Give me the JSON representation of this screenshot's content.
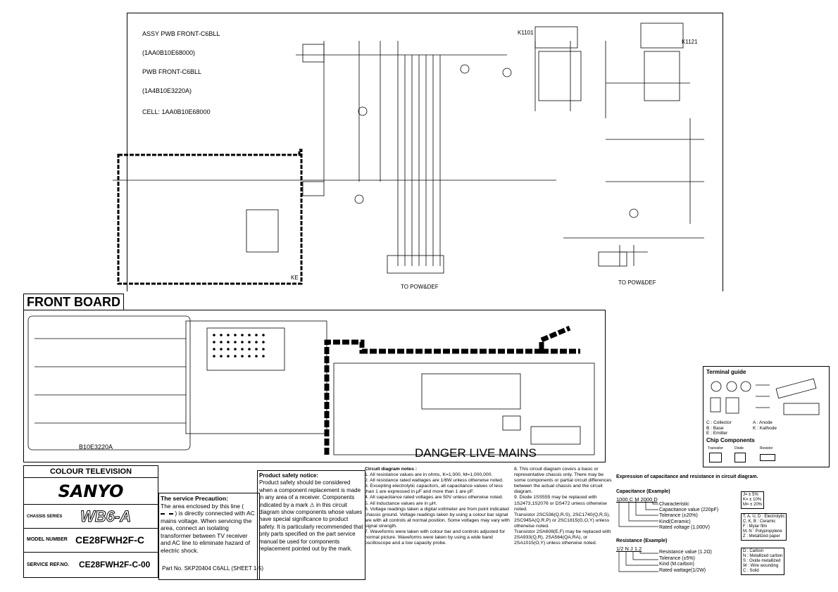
{
  "schematic": {
    "assy_lines": [
      "ASSY PWB FRONT-C6BLL",
      "(1AA0B10E68000)",
      "PWB FRONT-C6BLL",
      "(1A4B10E3220A)",
      "CELL: 1AA0B10E68000"
    ],
    "k1101": "K1101",
    "k1121": "K1121",
    "to_pow_def_left": "TO POW&DEF",
    "to_pow_def_right": "TO POW&DEF",
    "ke": "KE"
  },
  "front_board": {
    "title": "FRONT BOARD",
    "pcb_label": "B10E3220A",
    "danger": "DANGER LIVE MAINS"
  },
  "info": {
    "product": "COLOUR TELEVISION",
    "brand": "SANYO",
    "chassis_label": "CHASSIS SERIES",
    "chassis_value": "WB6-A",
    "model_label": "MODEL NUMBER",
    "model_value": "CE28FWH2F-C",
    "service_label": "SERVICE REF.NO.",
    "service_value": "CE28FWH2F-C-00"
  },
  "service_precaution": {
    "title": "The service Precaution:",
    "text_a": "The area enclosed by this line (",
    "text_b": ") is directly connected with AC mains voltage. When servicing the area, connect an isolating transformer between TV receiver and AC line to eliminate hazard of electric shock."
  },
  "product_safety": {
    "title": "Product safety notice:",
    "text_a": "Product safety should be considered when a component replacement is made in any area of a receiver. Components indicated by a mark",
    "text_b": "in this circuit diagram show components whose values have special significance to product safety. It is particularly recommended that only parts specified on the part service manual be used for components replacement pointed out by the mark."
  },
  "circuit_notes": {
    "title": "Circuit diagram notes :",
    "items": [
      "1. All resistance values are in ohms, K=1,000, M=1,000,000.",
      "2. All resistance rated wattages are 1/6W unless otherwise noted.",
      "3. Excepting electrolytic capacitors, all capacitance values of less than 1 are expressed in μF and more than 1 are pF.",
      "4. All capacitance rated voltages are 50V unless otherwise noted.",
      "5. All inductance values are in μH.",
      "6. Voltage readings taken a digital voltmeter are from point indicated chassis ground. Voltage readings taken by using a colour bar signal are with all controls at normal position. Some voltages may vary with signal strength.",
      "7. Waveforms were taken with colour bar and controls adjusted for normal picture. Waveforms were taken by using a wide band oscilloscope and a low capacity probe."
    ],
    "items_right": [
      "8. This circuit diagram covers a basic or representative chassis only. There may be some components or partial circuit differences between the actual chassis and the circuit diagram.",
      "9. Diode 1SS555 may be replaced with 1S2473,1S2076 or DS472 unless otherwise noted.",
      "Transistor 2SC536(Q,R,S), 2SC1740(Q,R,S), 2SC945A(Q,R,P) or 2SC1815(G,O,Y) unless otherwise noted.",
      "Transistor 2SA608(E,F) may be replaced with 2SA933(Q,R), 2SA564(QA,RA), or 2SA1015(O,Y) unless otherwise noted."
    ]
  },
  "terminal_guide": {
    "title": "Terminal guide",
    "c": "C : Collector",
    "b": "B : Base",
    "e": "E : Emitter",
    "a": "A : Anode",
    "k": "K : Kathode",
    "chip": "Chip Components",
    "transistor": "Transistor",
    "diode": "Diode",
    "resistor": "Resistor"
  },
  "expression": {
    "title": "Expression of capacitance and resistance in circuit diagram.",
    "cap_title": "Capacitance (Example)",
    "cap_code": "1000 C M 2000 D",
    "cap_lines": [
      "Characteristic",
      "Capacitance value (220pF)",
      "Tolerance (±20%)",
      "Kind(Ceramic)",
      "Rated voltage (1,000V)"
    ],
    "cap_tol_box": [
      "J= ± 5%",
      "K= ± 10%",
      "M= ± 20%"
    ],
    "cap_kind_box": [
      "T, A, U, D : Electrolytic",
      "C, K, B : Ceramic",
      "F : Mylar film",
      "M, N : Polypropylene",
      "Z : Metallized paper"
    ],
    "res_title": "Resistance (Example)",
    "res_code": "1/2 N J 1.2",
    "res_lines": [
      "Resistance value (1.2Ω)",
      "Tolerance (±5%)",
      "Kind (M.carbon)",
      "Rated wattage(1/2W)"
    ],
    "res_kind_box": [
      "D : Carbon",
      "N : Metallized carbon",
      "S : Oxide metallized",
      "W : Wire wounding",
      "C : Solid"
    ]
  },
  "part_no": "Part No. SKP20404 C6ALL (SHEET 1-5)"
}
